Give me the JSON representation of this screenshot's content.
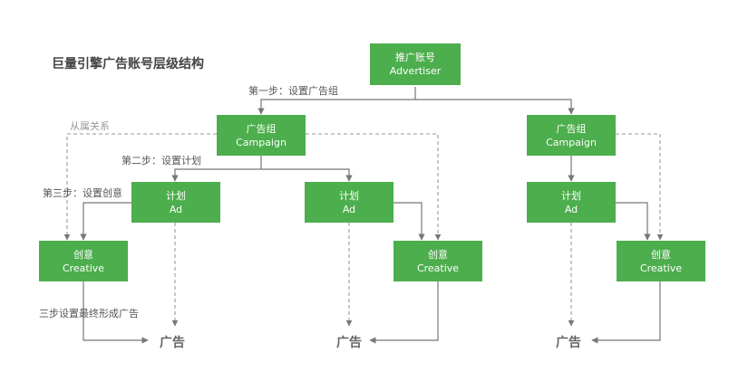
{
  "title": "巨量引擎广告账号层级结构",
  "steps": {
    "step1": "第一步：设置广告组",
    "step2": "第二步：设置计划",
    "step3": "第三步：设置创意",
    "relation": "从属关系",
    "final": "三步设置最终形成广告"
  },
  "nodes": {
    "advertiser": {
      "cn": "推广账号",
      "en": "Advertiser"
    },
    "campaign": {
      "cn": "广告组",
      "en": "Campaign"
    },
    "ad": {
      "cn": "计划",
      "en": "Ad"
    },
    "creative": {
      "cn": "创意",
      "en": "Creative"
    }
  },
  "ad_output_label": "广告",
  "colors": {
    "box_fill": "#4cae4c",
    "line": "#777777",
    "dashed_line": "#999999"
  }
}
